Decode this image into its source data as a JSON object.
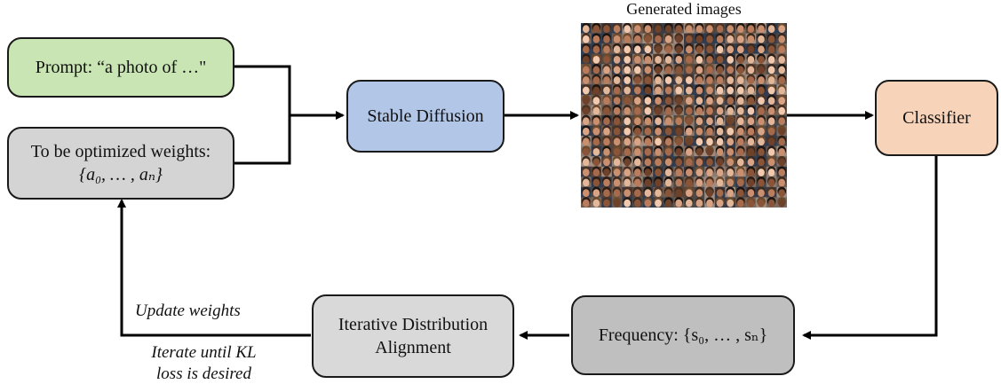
{
  "diagram": {
    "prompt_box": {
      "text": "Prompt: “a photo of …\""
    },
    "weights_box": {
      "line1": "To be optimized weights:",
      "line2": "{a₀, … , aₙ}"
    },
    "stable_diffusion_box": {
      "text": "Stable Diffusion"
    },
    "generated_images_label": "Generated images",
    "classifier_box": {
      "text": "Classifier"
    },
    "frequency_box": {
      "text": "Frequency: {s₀, … , sₙ}"
    },
    "alignment_box": {
      "line1": "Iterative Distribution",
      "line2": "Alignment"
    },
    "update_label": "Update weights",
    "iterate_label": {
      "line1": "Iterate until KL",
      "line2": "loss is desired"
    }
  },
  "colors": {
    "prompt_fill": "#c9e5b3",
    "weights_fill": "#d4d4d4",
    "stable_diffusion_fill": "#b2c6e8",
    "classifier_fill": "#f7d3b9",
    "frequency_fill": "#bfbfbf",
    "alignment_fill": "#d9d9d9",
    "outline": "#1a1a1a"
  }
}
